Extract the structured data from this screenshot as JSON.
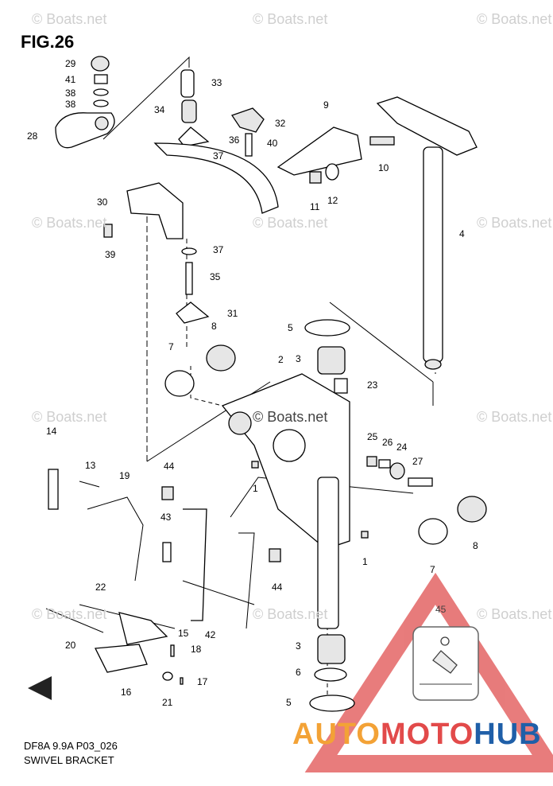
{
  "figure": {
    "title": "FIG.26",
    "model_code": "DF8A 9.9A P03_026",
    "name": "SWIVEL BRACKET"
  },
  "watermark": "© Boats.net",
  "brand": {
    "part1": "AUTO",
    "part2": "MOTO",
    "part3": "HUB"
  },
  "callouts": [
    {
      "n": "29"
    },
    {
      "n": "41"
    },
    {
      "n": "38"
    },
    {
      "n": "38"
    },
    {
      "n": "28"
    },
    {
      "n": "33"
    },
    {
      "n": "34"
    },
    {
      "n": "32"
    },
    {
      "n": "36"
    },
    {
      "n": "40"
    },
    {
      "n": "37"
    },
    {
      "n": "30"
    },
    {
      "n": "39"
    },
    {
      "n": "37"
    },
    {
      "n": "35"
    },
    {
      "n": "31"
    },
    {
      "n": "9"
    },
    {
      "n": "10"
    },
    {
      "n": "11"
    },
    {
      "n": "12"
    },
    {
      "n": "4"
    },
    {
      "n": "5"
    },
    {
      "n": "3"
    },
    {
      "n": "23"
    },
    {
      "n": "2"
    },
    {
      "n": "7"
    },
    {
      "n": "8"
    },
    {
      "n": "14"
    },
    {
      "n": "13"
    },
    {
      "n": "19"
    },
    {
      "n": "44"
    },
    {
      "n": "43"
    },
    {
      "n": "1"
    },
    {
      "n": "25"
    },
    {
      "n": "26"
    },
    {
      "n": "24"
    },
    {
      "n": "27"
    },
    {
      "n": "1"
    },
    {
      "n": "8"
    },
    {
      "n": "7"
    },
    {
      "n": "44"
    },
    {
      "n": "22"
    },
    {
      "n": "20"
    },
    {
      "n": "15"
    },
    {
      "n": "42"
    },
    {
      "n": "18"
    },
    {
      "n": "16"
    },
    {
      "n": "21"
    },
    {
      "n": "17"
    },
    {
      "n": "3"
    },
    {
      "n": "6"
    },
    {
      "n": "5"
    },
    {
      "n": "45"
    }
  ],
  "colors": {
    "brand_orange": "#f3a236",
    "brand_red": "#e24a4a",
    "brand_blue": "#1f5fa8",
    "triangle": "#e05050"
  }
}
